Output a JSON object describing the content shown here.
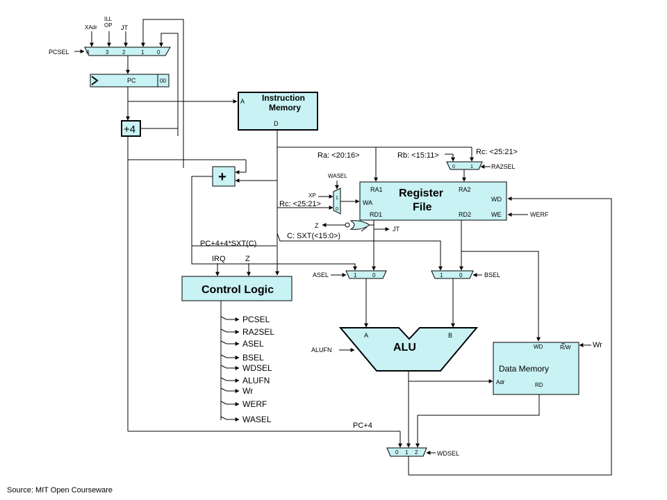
{
  "pc_mux": {
    "inputs": {
      "xadr": "XAdr",
      "ill": "ILL",
      "op": "OP",
      "jt": "JT"
    },
    "select": "PCSEL",
    "ports": [
      "4",
      "3",
      "2",
      "1",
      "0"
    ]
  },
  "pc_reg": {
    "label": "PC",
    "suffix": "00"
  },
  "plus4": {
    "label": "+4"
  },
  "imem": {
    "title1": "Instruction",
    "title2": "Memory",
    "addr": "A",
    "data": "D"
  },
  "adder": {
    "label": "+"
  },
  "fields": {
    "ra": "Ra: <20:16>",
    "rb": "Rb: <15:11>",
    "rc_top": "Rc: <25:21>",
    "rc_left": "Rc: <25:21>",
    "sxt": "C: SXT(<15:0>)",
    "branch": "PC+4+4*SXT(C)"
  },
  "ra2mux": {
    "ports": [
      "0",
      "1"
    ],
    "select": "RA2SEL"
  },
  "wamux": {
    "ports": [
      "1",
      "0"
    ],
    "select": "WASEL",
    "xp": "XP"
  },
  "regfile": {
    "title1": "Register",
    "title2": "File",
    "ra1": "RA1",
    "ra2": "RA2",
    "wa": "WA",
    "rd1": "RD1",
    "rd2": "RD2",
    "wd": "WD",
    "we": "WE",
    "werf": "WERF"
  },
  "zgate": {
    "z": "Z",
    "jt": "JT"
  },
  "control": {
    "title": "Control Logic",
    "irq": "IRQ",
    "z": "Z",
    "outputs": [
      "PCSEL",
      "RA2SEL",
      "ASEL",
      "BSEL",
      "WDSEL",
      "ALUFN",
      "Wr",
      "WERF",
      "WASEL"
    ]
  },
  "amux": {
    "select": "ASEL",
    "ports": [
      "1",
      "0"
    ]
  },
  "bmux": {
    "select": "BSEL",
    "ports": [
      "1",
      "0"
    ]
  },
  "alu": {
    "title": "ALU",
    "a": "A",
    "b": "B",
    "fn": "ALUFN"
  },
  "dmem": {
    "title": "Data Memory",
    "wd": "WD",
    "rw": "R/W",
    "adr": "Adr",
    "rd": "RD",
    "wr": "Wr"
  },
  "wdmux": {
    "ports": [
      "0",
      "1",
      "2"
    ],
    "select": "WDSEL",
    "pc4": "PC+4"
  },
  "source": "Source: MIT Open Courseware"
}
